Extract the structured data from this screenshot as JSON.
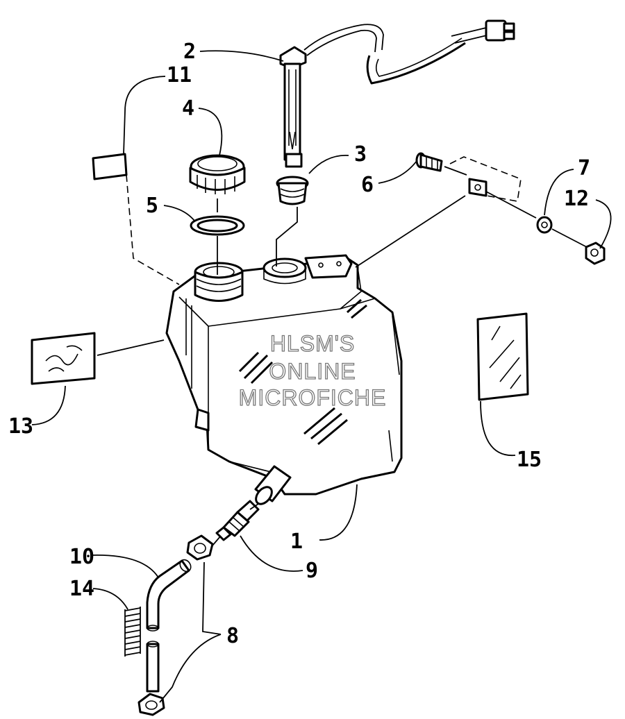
{
  "watermark": {
    "line1": "HLSM'S",
    "line2": "ONLINE",
    "line3": "MICROFICHE"
  },
  "callouts": [
    "1",
    "2",
    "3",
    "4",
    "5",
    "6",
    "7",
    "8",
    "9",
    "10",
    "11",
    "12",
    "13",
    "14",
    "15"
  ]
}
